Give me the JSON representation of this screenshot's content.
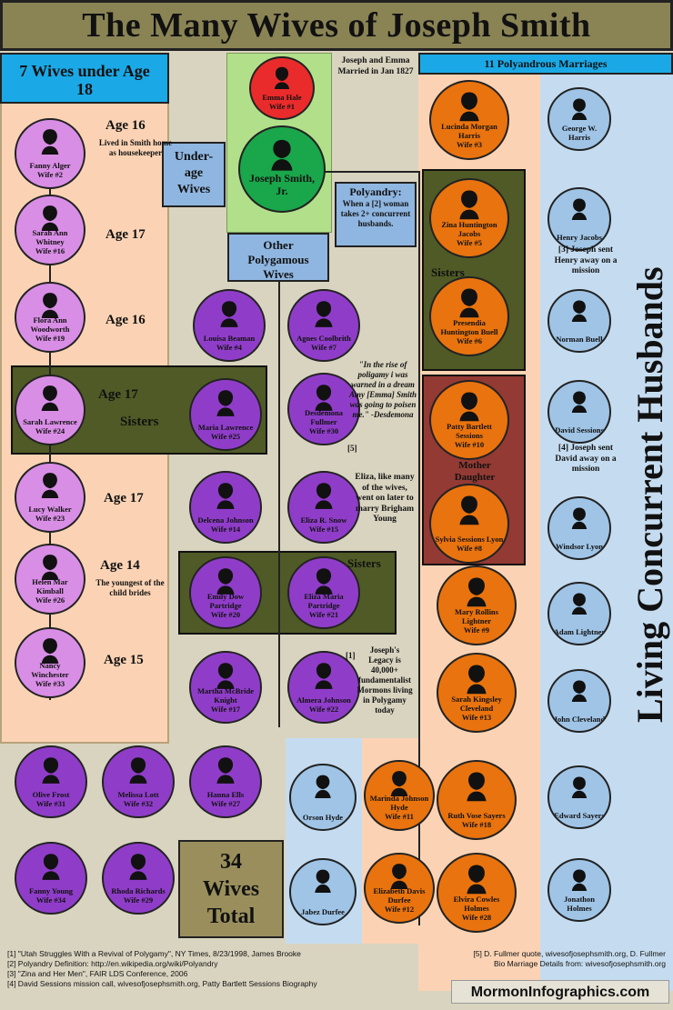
{
  "title": "The Many Wives of Joseph Smith",
  "left_header": "7 Wives under Age 18",
  "right_header": "11 Polyandrous Marriages",
  "vertical_label": "Living Concurrent Husbands",
  "center": {
    "emma": {
      "name": "Emma Hale",
      "wife": "Wife #1"
    },
    "joseph": {
      "name": "Joseph Smith, Jr."
    },
    "married_note": "Joseph and Emma Married in Jan 1827",
    "underage_box": "Under-age Wives",
    "other_box": "Other Polygamous Wives",
    "polyandry_title": "Polyandry:",
    "polyandry_def": "When a [2] woman takes 2+ concurrent husbands."
  },
  "underage": [
    {
      "name": "Fanny Alger",
      "wife": "Wife #2",
      "age": "Age 16",
      "note": "Lived in Smith home as housekeeper"
    },
    {
      "name": "Sarah Ann Whitney",
      "wife": "Wife #16",
      "age": "Age 17"
    },
    {
      "name": "Flora Ann Woodworth",
      "wife": "Wife #19",
      "age": "Age 16"
    },
    {
      "name": "Sarah Lawrence",
      "wife": "Wife #24",
      "age": "Age 17"
    },
    {
      "name": "Lucy Walker",
      "wife": "Wife #23",
      "age": "Age 17"
    },
    {
      "name": "Helen Mar Kimball",
      "wife": "Wife #26",
      "age": "Age 14",
      "note": "The youngest of the child brides"
    },
    {
      "name": "Nancy Winchester",
      "wife": "Wife #33",
      "age": "Age 15"
    }
  ],
  "sisters_label": "Sisters",
  "other": [
    {
      "name": "Louisa Beaman",
      "wife": "Wife #4"
    },
    {
      "name": "Agnes Coolbrith",
      "wife": "Wife #7"
    },
    {
      "name": "Maria Lawrence",
      "wife": "Wife #25"
    },
    {
      "name": "Desdemona Fullmer",
      "wife": "Wife #30"
    },
    {
      "name": "Delcena Johnson",
      "wife": "Wife #14"
    },
    {
      "name": "Eliza R. Snow",
      "wife": "Wife #15"
    },
    {
      "name": "Emily Dow Partridge",
      "wife": "Wife #20"
    },
    {
      "name": "Eliza Maria Partridge",
      "wife": "Wife #21"
    },
    {
      "name": "Martha McBride Knight",
      "wife": "Wife #17"
    },
    {
      "name": "Almera Johnson",
      "wife": "Wife #22"
    },
    {
      "name": "Olive Frost",
      "wife": "Wife #31"
    },
    {
      "name": "Melissa Lott",
      "wife": "Wife #32"
    },
    {
      "name": "Hanna Ells",
      "wife": "Wife #27"
    },
    {
      "name": "Fanny Young",
      "wife": "Wife #34"
    },
    {
      "name": "Rhoda Richards",
      "wife": "Wife #29"
    }
  ],
  "quote_desdemona": "\"In the rise of poligamy i was warned in a dream Amy [Emma] Smith was going to poisen me.\" -Desdemona",
  "quote_ref5": "[5]",
  "eliza_note": "Eliza, like many of the wives, went on later to marry Brigham Young",
  "legacy_note": "Joseph's Legacy is 40,000+ fundamentalist Mormons living in Polygamy today",
  "legacy_ref": "[1]",
  "total": "34 Wives Total",
  "polyandrous": [
    {
      "name": "Lucinda Morgan Harris",
      "wife": "Wife #3",
      "husband": "George W. Harris"
    },
    {
      "name": "Zina Huntington Jacobs",
      "wife": "Wife #5",
      "husband": "Henry Jacobs"
    },
    {
      "name": "Presendia Huntington Buell",
      "wife": "Wife #6",
      "husband": "Norman Buell"
    },
    {
      "name": "Patty Bartlett Sessions",
      "wife": "Wife #10",
      "husband": "David Sessions"
    },
    {
      "name": "Sylvia Sessions Lyon",
      "wife": "Wife #8",
      "husband": "Windsor Lyon"
    },
    {
      "name": "Mary Rollins Lightner",
      "wife": "Wife #9",
      "husband": "Adam Lightner"
    },
    {
      "name": "Sarah Kingsley Cleveland",
      "wife": "Wife #13",
      "husband": "John Cleveland"
    },
    {
      "name": "Ruth Vose Sayers",
      "wife": "Wife #18",
      "husband": "Edward Sayers"
    },
    {
      "name": "Elvira Cowles Holmes",
      "wife": "Wife #28",
      "husband": "Jonathon Holmes"
    },
    {
      "name": "Marinda Johnson Hyde",
      "wife": "Wife #11",
      "husband": "Orson Hyde"
    },
    {
      "name": "Elizabeth Davis Durfee",
      "wife": "Wife #12",
      "husband": "Jabez Durfee"
    }
  ],
  "mother_daughter": "Mother Daughter",
  "henry_note": "[3] Joseph sent Henry away on a mission",
  "david_note": "[4] Joseph sent David away on a mission",
  "references_left": [
    "[1] \"Utah Struggles With a Revival of Polygamy\", NY Times, 8/23/1998, James Brooke",
    "[2] Polyandry Definition: http://en.wikipedia.org/wiki/Polyandry",
    "[3] \"Zina and Her Men\", FAIR LDS Conference, 2006",
    "[4] David Sessions mission call, wivesofjosephsmith.org, Patty Bartlett Sessions Biography"
  ],
  "references_right": [
    "[5] D. Fullmer quote, wivesofjosephsmith.org, D. Fullmer",
    "Bio Marriage Details from: wivesofjosephsmith.org"
  ],
  "brand": "MormonInfographics.com",
  "colors": {
    "purple": "#8f3dc9",
    "pink": "#d98ee6",
    "orange": "#e9730e",
    "blue": "#9fc4e6",
    "olive": "#4f5a26",
    "header_blue": "#1aa9e6"
  }
}
